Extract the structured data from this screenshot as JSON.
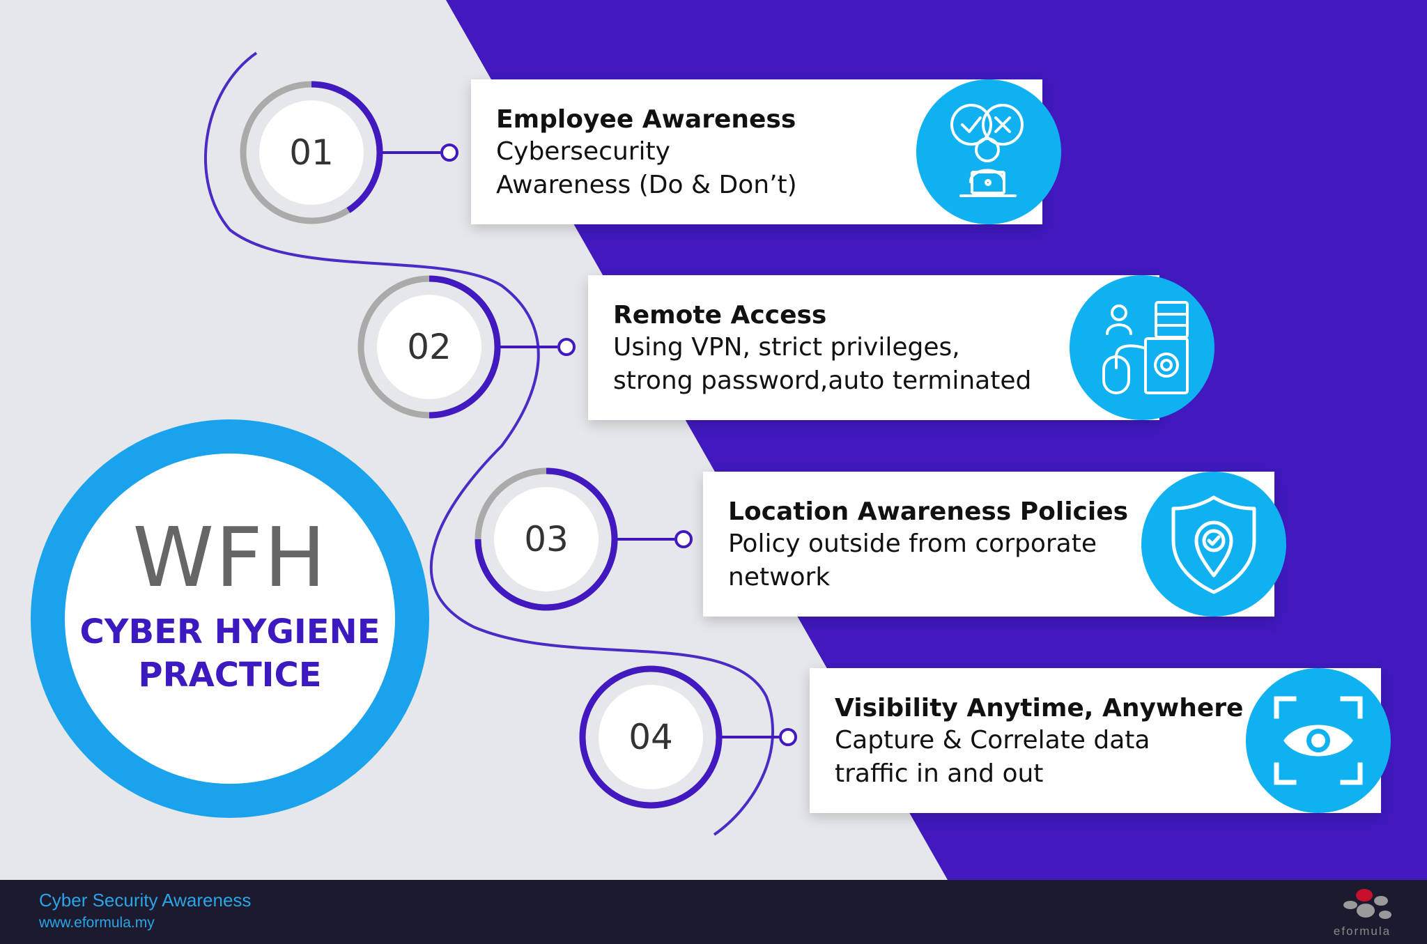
{
  "colors": {
    "purple": "#4119bf",
    "cyan": "#0fb1f0",
    "background": "#e6e7eb",
    "footer": "#1c1a2e"
  },
  "hero": {
    "title": "WFH",
    "subtitle_line1": "CYBER HYGIENE",
    "subtitle_line2": "PRACTICE"
  },
  "steps": [
    {
      "number": "01",
      "title": "Employee Awareness",
      "description": "Cybersecurity\nAwareness (Do & Don’t)",
      "icon": "employee-laptop-icon"
    },
    {
      "number": "02",
      "title": "Remote Access",
      "description": "Using VPN, strict privileges,\nstrong password,auto terminated",
      "icon": "remote-server-icon"
    },
    {
      "number": "03",
      "title": "Location Awareness Policies",
      "description": "Policy outside from corporate\nnetwork",
      "icon": "location-shield-icon"
    },
    {
      "number": "04",
      "title": "Visibility Anytime, Anywhere",
      "description": "Capture & Correlate data\ntraffic in and out",
      "icon": "eye-scan-icon"
    }
  ],
  "footer": {
    "title": "Cyber Security Awareness",
    "url": "www.eformula.my",
    "brand": "eformula"
  }
}
